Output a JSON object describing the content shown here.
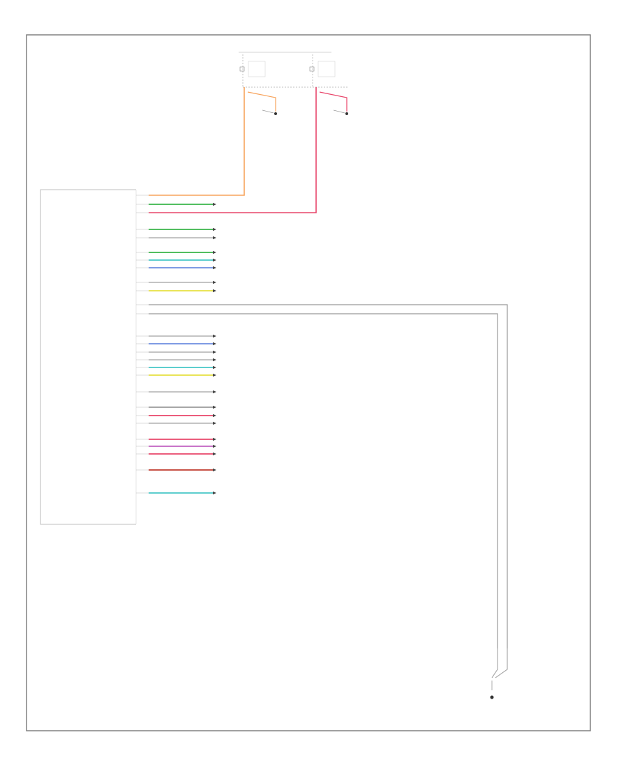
{
  "diagram": {
    "footer_code": "",
    "connector_note": [
      "",
      "",
      "",
      "",
      ""
    ],
    "top_fuse_header_left": "",
    "top_fuse_header_right": "",
    "ground_label": "",
    "ground_caption": [
      "",
      "",
      "",
      ""
    ],
    "module_rows": [
      {
        "label": "",
        "pin": "",
        "color": "",
        "target": "",
        "wire_color": "#f7a35c",
        "route": "up1"
      },
      {
        "label": "",
        "pin": "",
        "color": "",
        "target": "",
        "wire_color": "#39b54a",
        "route": "stub"
      },
      {
        "label": "",
        "pin": "",
        "color": "",
        "target": "",
        "wire_color": "#e8456a",
        "route": "up2"
      },
      {
        "label": "",
        "pin": "",
        "color": "",
        "target": "",
        "wire_color": "#39b54a",
        "route": "stub"
      },
      {
        "label": "",
        "pin": "",
        "color": "",
        "target": "",
        "wire_color": "#bbbbbb",
        "route": "stub"
      },
      {
        "label": "",
        "pin": "",
        "color": "",
        "target": "",
        "wire_color": "#39b54a",
        "route": "stub"
      },
      {
        "label": "",
        "pin": "",
        "color": "",
        "target": "",
        "wire_color": "#46c7c7",
        "route": "stub"
      },
      {
        "label": "",
        "pin": "",
        "color": "",
        "target": "",
        "wire_color": "#6b8de0",
        "route": "stub"
      },
      {
        "label": "",
        "pin": "",
        "color": "",
        "target": "",
        "wire_color": "#bbbbbb",
        "route": "stub"
      },
      {
        "label": "",
        "pin": "",
        "color": "",
        "target": "",
        "wire_color": "#e6e040",
        "route": "stub"
      },
      {
        "label": "",
        "pin": "",
        "color": "",
        "target": "",
        "wire_color": "#999999",
        "route": "ground"
      },
      {
        "label": "",
        "pin": "",
        "color": "",
        "target": "",
        "wire_color": "#999999",
        "route": "ground"
      },
      {
        "label": "",
        "pin": "",
        "color": "",
        "target": "",
        "wire_color": "#bbbbbb",
        "route": "stub"
      },
      {
        "label": "",
        "pin": "",
        "color": "",
        "target": "",
        "wire_color": "#6b8de0",
        "route": "stub"
      },
      {
        "label": "",
        "pin": "",
        "color": "",
        "target": "",
        "wire_color": "#bbbbbb",
        "route": "stub"
      },
      {
        "label": "",
        "pin": "",
        "color": "",
        "target": "",
        "wire_color": "#bbbbbb",
        "route": "stub"
      },
      {
        "label": "",
        "pin": "",
        "color": "",
        "target": "",
        "wire_color": "#46c7c7",
        "route": "stub"
      },
      {
        "label": "",
        "pin": "",
        "color": "",
        "target": "",
        "wire_color": "#e6e040",
        "route": "stub"
      },
      {
        "label": "",
        "pin": "",
        "color": "",
        "target": "",
        "wire_color": "#bbbbbb",
        "route": "stub"
      },
      {
        "label": "",
        "pin": "",
        "color": "",
        "target": "",
        "wire_color": "#999999",
        "route": "stub"
      },
      {
        "label": "",
        "pin": "",
        "color": "",
        "target": "",
        "wire_color": "#e8456a",
        "route": "stub"
      },
      {
        "label": "",
        "pin": "",
        "color": "",
        "target": "",
        "wire_color": "#bbbbbb",
        "route": "stub"
      },
      {
        "label": "",
        "pin": "",
        "color": "",
        "target": "",
        "wire_color": "#e8456a",
        "route": "stub"
      },
      {
        "label": "",
        "pin": "",
        "color": "",
        "target": "",
        "wire_color": "#c060c0",
        "route": "stub"
      },
      {
        "label": "",
        "pin": "",
        "color": "",
        "target": "",
        "wire_color": "#e8456a",
        "route": "stub"
      },
      {
        "label": "",
        "pin": "",
        "color": "",
        "target": "",
        "wire_color": "#c0392b",
        "route": "stub"
      },
      {
        "label": "",
        "pin": "",
        "color": "",
        "target": "",
        "wire_color": "#46c7c7",
        "route": "stub"
      }
    ]
  },
  "colors": {
    "frame": "#777777",
    "orange_wire": "#f7a35c",
    "pink_wire": "#e8456a",
    "ground_wire": "#999999"
  }
}
